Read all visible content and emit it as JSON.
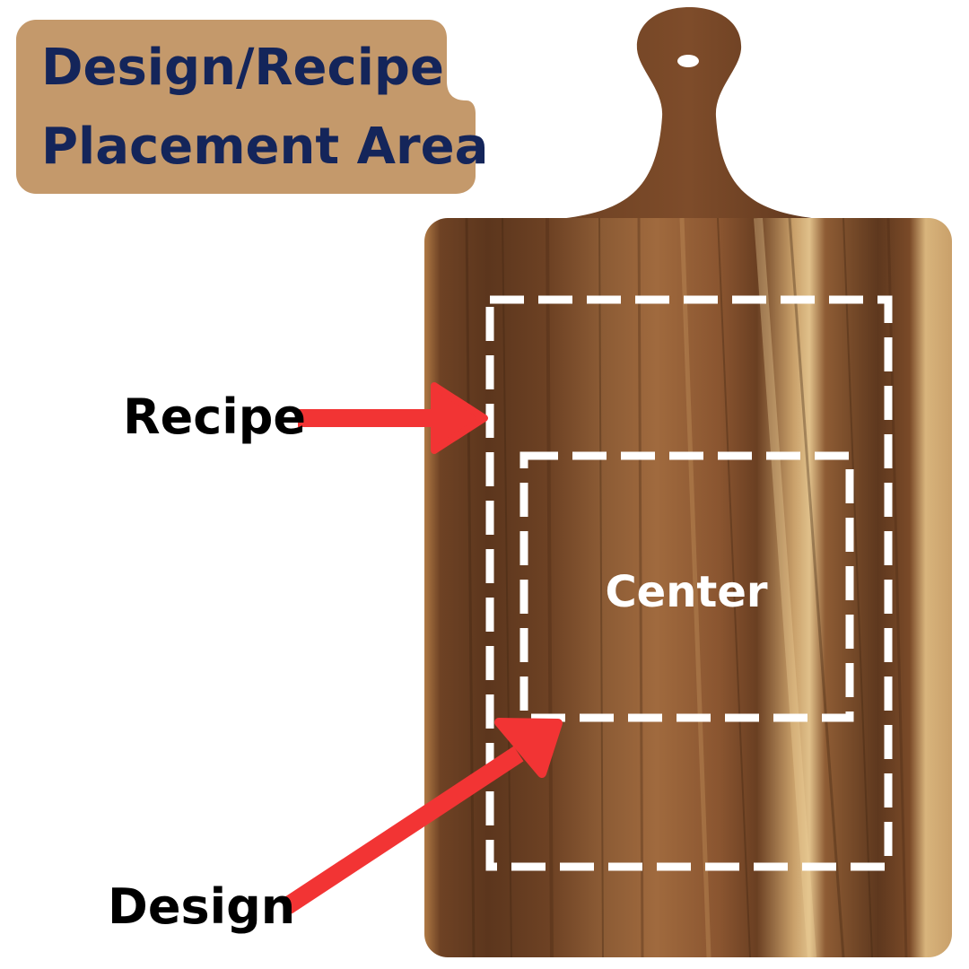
{
  "title": {
    "line1": "Design/Recipe",
    "line2": "Placement Area"
  },
  "labels": {
    "recipe": "Recipe",
    "design": "Design",
    "center": "Center"
  },
  "colors": {
    "title_badge_bg": "#C4996B",
    "title_text": "#14255A",
    "arrow": "#F23434",
    "dashed_outline": "#FFFFFF",
    "board_wood": "#7A4A28",
    "board_light_stripe": "#D6B27A",
    "center_text": "#FFFFFF"
  },
  "icons": {
    "recipe_arrow": "arrow-right-icon",
    "design_arrow": "arrow-up-right-icon",
    "board": "cutting-board-with-handle-image"
  }
}
